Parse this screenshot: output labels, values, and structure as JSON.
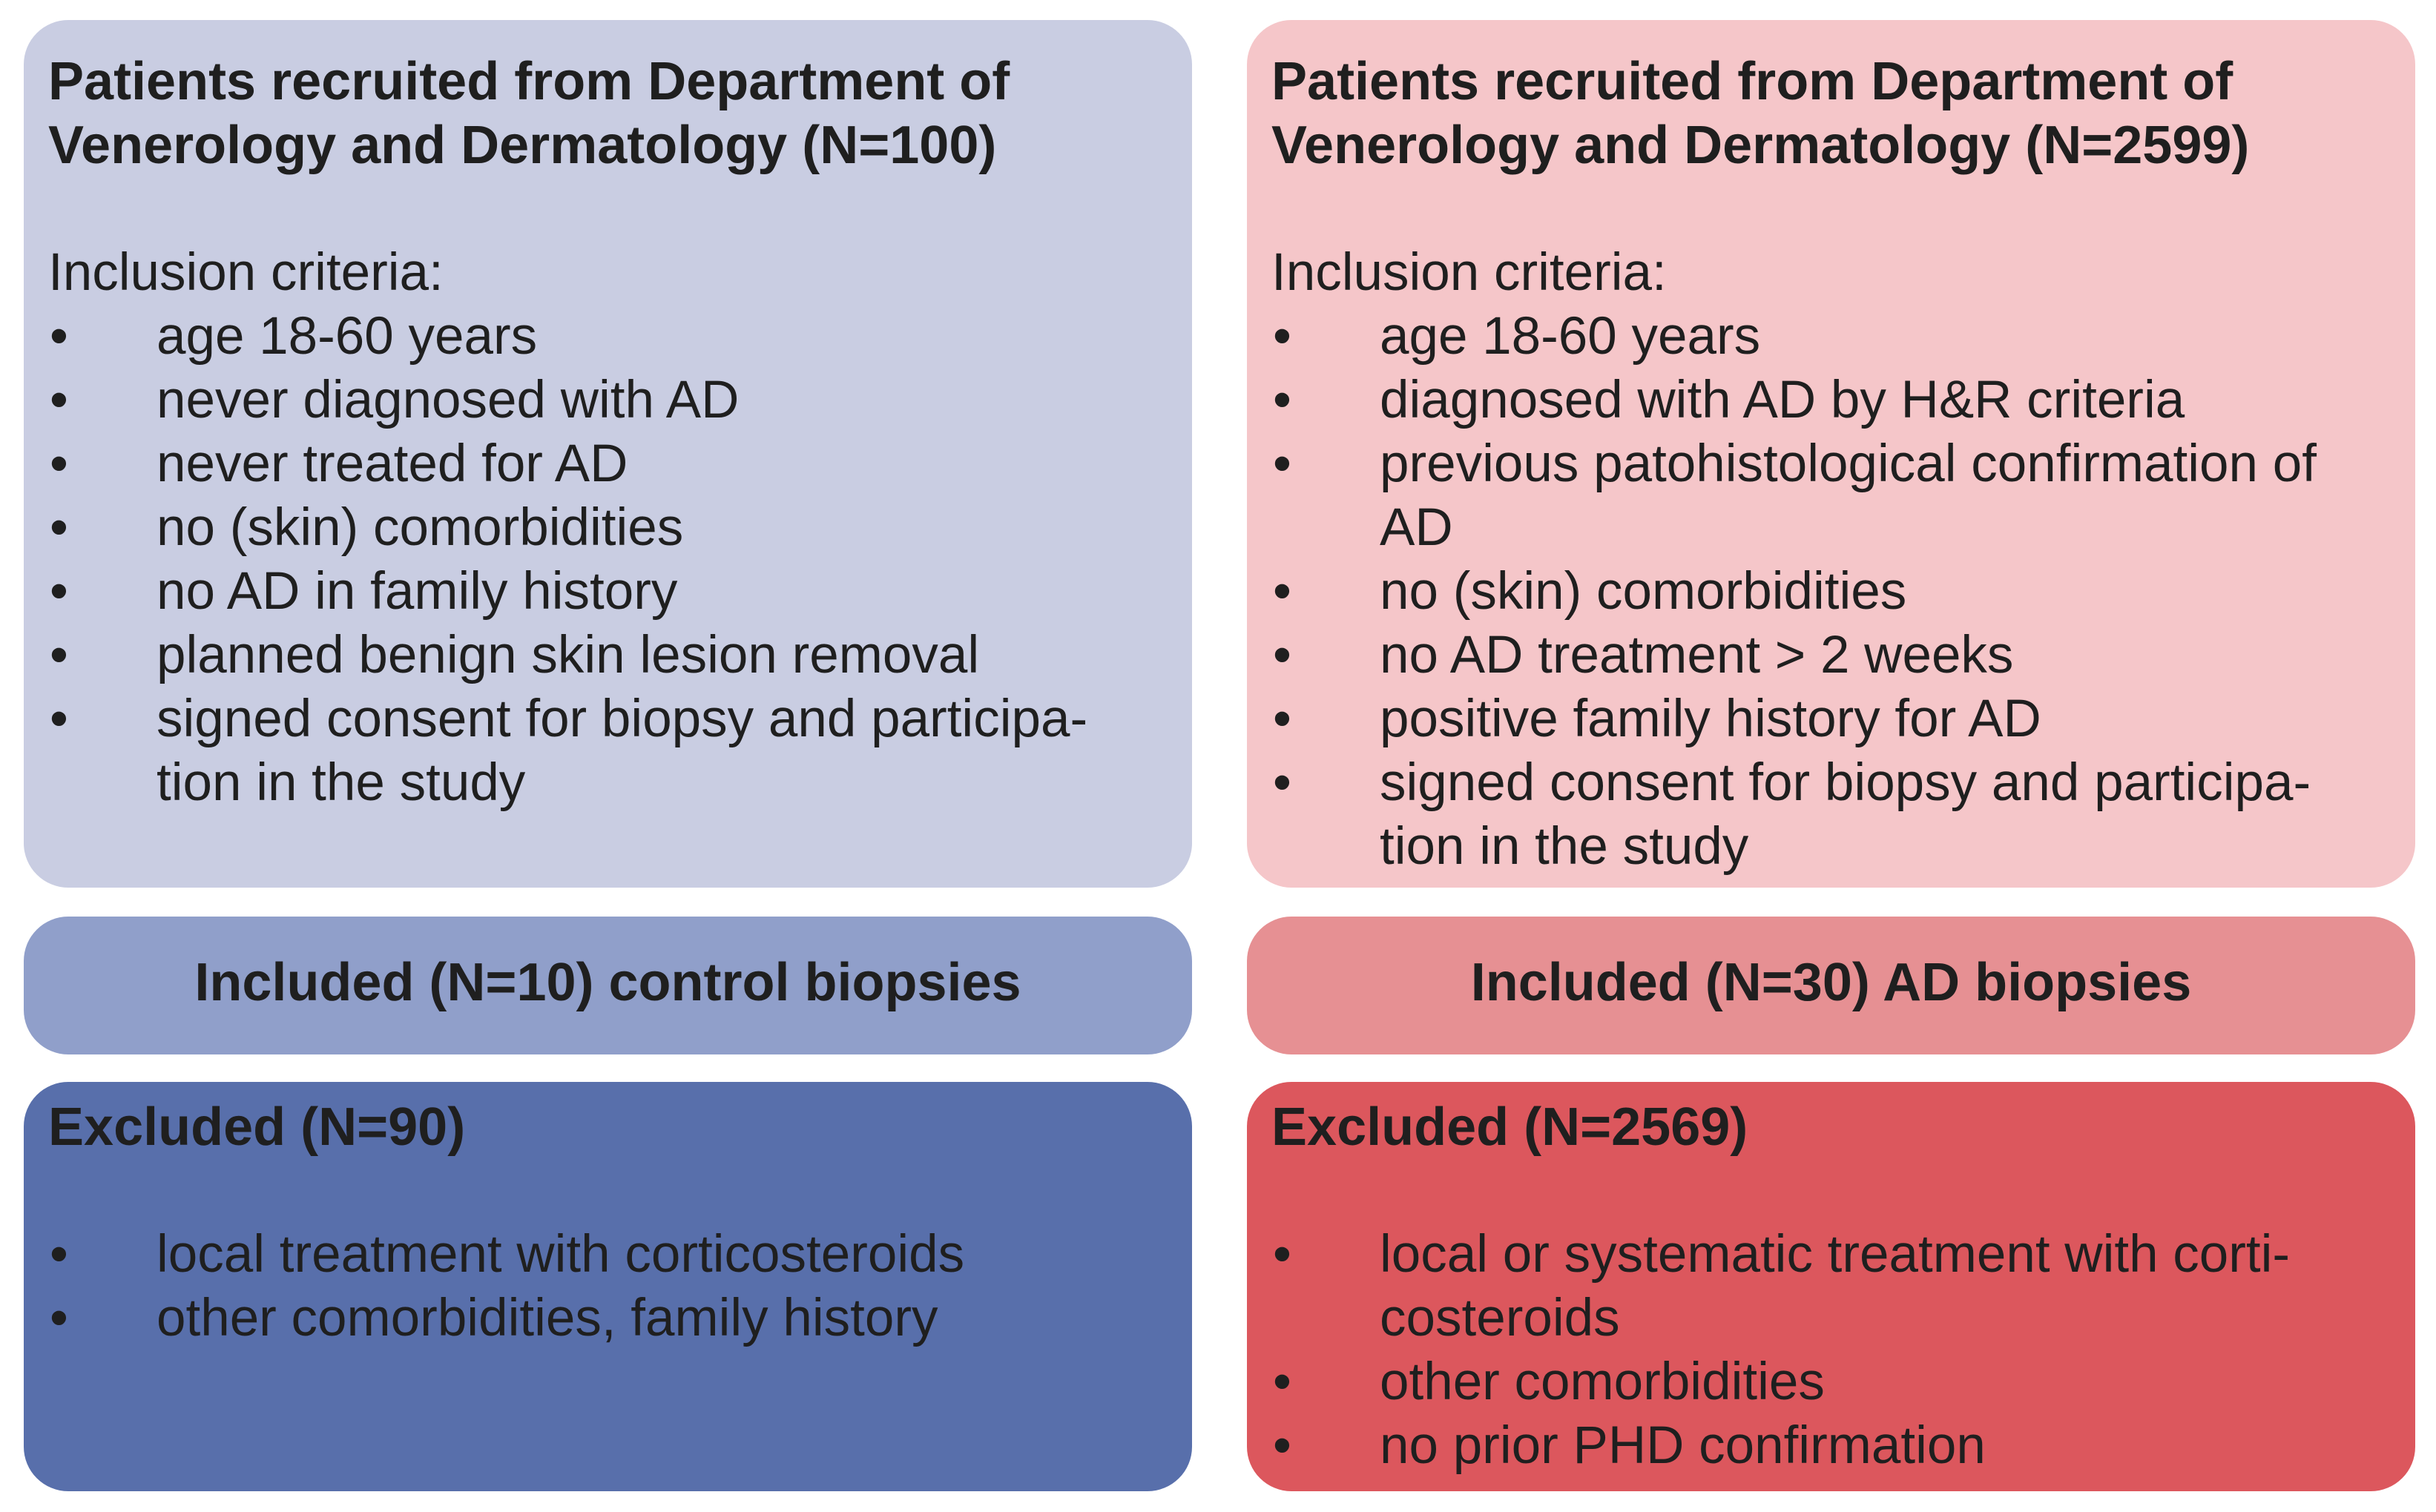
{
  "colors": {
    "control_light": "#c9cde2",
    "control_medium": "#909fca",
    "control_dark": "#586fab",
    "ad_light": "#f5c6c9",
    "ad_medium": "#e69093",
    "ad_dark": "#dc575d",
    "text": "#1f1f1f"
  },
  "bullet_glyph": "•",
  "control": {
    "recruitment": {
      "title_line1": "Patients recruited from Department of",
      "title_line2": "Venerology and Dermatology (N=100)",
      "criteria_heading": "Inclusion criteria:",
      "criteria": [
        "age 18-60 years",
        "never diagnosed with AD",
        "never treated for AD",
        "no (skin) comorbidities",
        "no AD in family history",
        "planned benign skin lesion removal",
        "signed consent for biopsy and participa-\ntion in the study"
      ]
    },
    "included": "Included (N=10) control biopsies",
    "excluded": {
      "title": "Excluded (N=90)",
      "reasons": [
        "local treatment with corticosteroids",
        "other comorbidities, family history"
      ]
    }
  },
  "ad": {
    "recruitment": {
      "title_line1": "Patients recruited from Department of",
      "title_line2": "Venerology and Dermatology (N=2599)",
      "criteria_heading": "Inclusion criteria:",
      "criteria": [
        "age 18-60 years",
        "diagnosed with AD by H&R criteria",
        "previous patohistological confirmation of\nAD",
        "no (skin) comorbidities",
        "no AD treatment > 2 weeks",
        "positive family history for AD",
        "signed consent for biopsy and participa-\ntion in the study"
      ]
    },
    "included": "Included (N=30) AD biopsies",
    "excluded": {
      "title": "Excluded (N=2569)",
      "reasons": [
        "local or systematic treatment with corti-\ncosteroids",
        "other comorbidities",
        "no prior PHD confirmation"
      ]
    }
  }
}
